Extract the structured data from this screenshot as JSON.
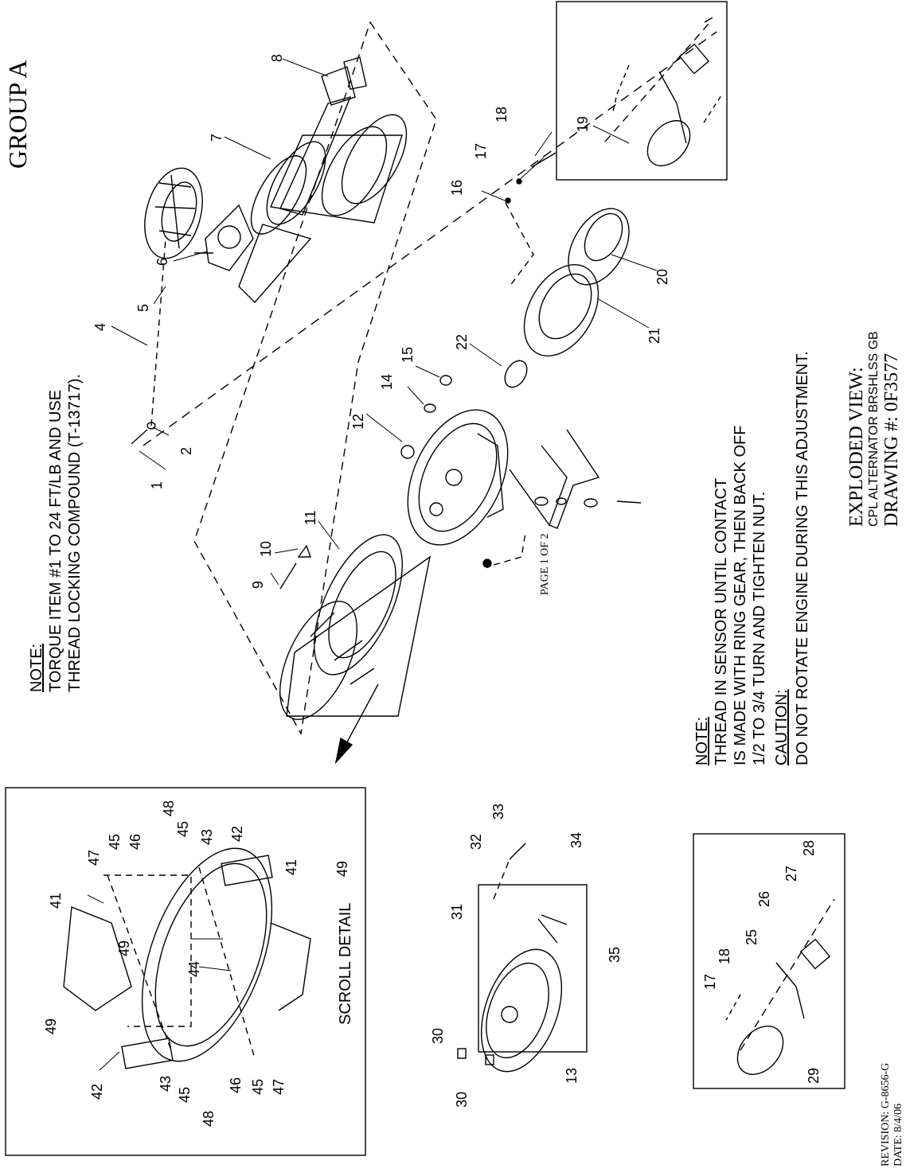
{
  "header": {
    "group": "GROUP A",
    "page": "PAGE 1 OF 2",
    "revision": "REVISION: G-8656-G",
    "date": "DATE: 8/4/06"
  },
  "title_block": {
    "line1": "EXPLODED VIEW:",
    "line2": "CPL ALTERNATOR BRSHLSS GB",
    "line3": "DRAWING #: 0F3577"
  },
  "note_torque": {
    "heading": "NOTE:",
    "line1": "TORQUE ITEM #1 TO 24 FT/LB AND USE",
    "line2": "THREAD LOCKING COMPOUND (T-13717)."
  },
  "note_sensor": {
    "heading": "NOTE:",
    "line1": "THREAD IN SENSOR UNTIL CONTACT",
    "line2": "IS MADE WITH RING GEAR, THEN BACK OFF",
    "line3": "1/2 TO 3/4 TURN AND TIGHTEN NUT.",
    "caution_heading": "CAUTION:",
    "caution_text": "DO NOT ROTATE ENGINE DURING THIS ADJUSTMENT."
  },
  "scroll_detail": {
    "label": "SCROLL DETAIL"
  },
  "callouts": {
    "c1": "1",
    "c2": "2",
    "c4": "4",
    "c5": "5",
    "c6": "6",
    "c7": "7",
    "c8": "8",
    "c9": "9",
    "c10": "10",
    "c11": "11",
    "c12": "12",
    "c13": "13",
    "c14": "14",
    "c15": "15",
    "c16": "16",
    "c17": "17",
    "c18": "18",
    "c19": "19",
    "c20": "20",
    "c21": "21",
    "c22": "22",
    "c17b": "17",
    "c18b": "18",
    "c25": "25",
    "c26": "26",
    "c27": "27",
    "c28": "28",
    "c29": "29",
    "c30a": "30",
    "c30b": "30",
    "c31": "31",
    "c32": "32",
    "c33": "33",
    "c34": "34",
    "c35": "35",
    "c41a": "41",
    "c41b": "41",
    "c42a": "42",
    "c42b": "42",
    "c43a": "43",
    "c43b": "43",
    "c44": "44",
    "c45a": "45",
    "c45b": "45",
    "c45c": "45",
    "c45d": "45",
    "c46a": "46",
    "c46b": "46",
    "c47a": "47",
    "c47b": "47",
    "c48a": "48",
    "c48b": "48",
    "c49a": "49",
    "c49b": "49",
    "c49c": "49"
  }
}
